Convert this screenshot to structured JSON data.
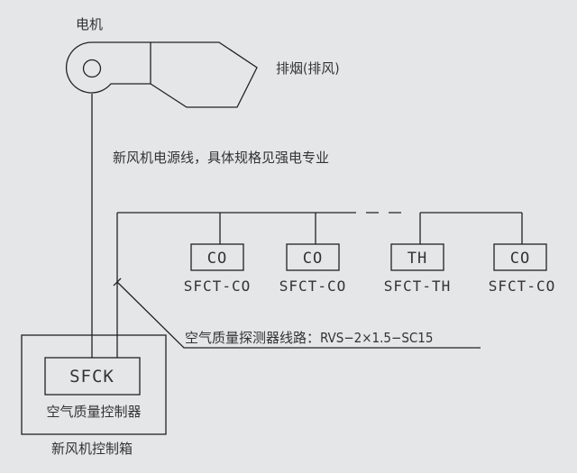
{
  "motor_label": "电机",
  "exhaust_label": "排烟(排风)",
  "power_line_note": "新风机电源线，具体规格见强电专业",
  "sensors": [
    {
      "box": "CO",
      "model": "SFCT-CO"
    },
    {
      "box": "CO",
      "model": "SFCT-CO"
    },
    {
      "box": "TH",
      "model": "SFCT-TH"
    },
    {
      "box": "CO",
      "model": "SFCT-CO"
    }
  ],
  "sensor_cable_note": "空气质量探测器线路：RVS−2×1.5−SC15",
  "controller": {
    "code": "SFCK",
    "name": "空气质量控制器"
  },
  "cabinet_label": "新风机控制箱",
  "colors": {
    "line": "#222222",
    "background": "#e5e6e8"
  }
}
